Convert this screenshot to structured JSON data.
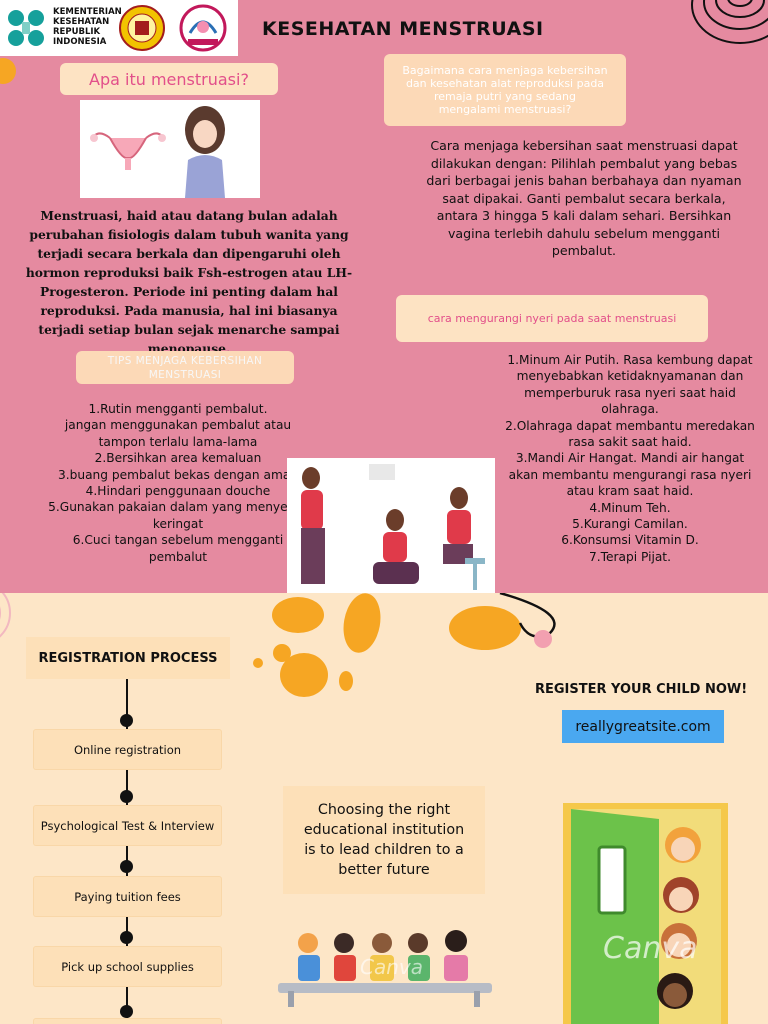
{
  "header": {
    "logo_ministry_lines": [
      "KEMENTERIAN",
      "KESEHATAN",
      "REPUBLIK",
      "INDONESIA"
    ],
    "title": "KESEHATAN MENSTRUASI"
  },
  "what_is": {
    "heading": "Apa itu menstruasi?",
    "body": "Menstruasi, haid atau datang bulan adalah perubahan fisiologis dalam tubuh wanita yang terjadi secara berkala dan dipengaruhi oleh hormon reproduksi baik Fsh-estrogen atau LH-Progesteron. Periode ini penting dalam hal reproduksi. Pada manusia, hal ini biasanya terjadi setiap bulan sejak menarche sampai menopause."
  },
  "tips": {
    "heading": "TIPS MENJAGA KEBERSIHAN MENSTRUASI",
    "items": [
      "1.Rutin mengganti pembalut.",
      "jangan menggunakan pembalut atau tampon terlalu lama-lama",
      "2.Bersihkan area kemaluan",
      "3.buang pembalut bekas dengan aman",
      "4.Hindari penggunaan douche",
      "5.Gunakan pakaian dalam yang menyerap keringat",
      "6.Cuci tangan sebelum mengganti pembalut"
    ]
  },
  "care": {
    "question": "Bagaimana cara menjaga kebersihan dan kesehatan alat reproduksi pada remaja putri yang sedang mengalami menstruasi?",
    "answer": "Cara menjaga kebersihan saat menstruasi dapat dilakukan dengan: Pilihlah pembalut yang bebas dari berbagai jenis bahan berbahaya dan nyaman saat dipakai. Ganti pembalut secara berkala, antara 3 hingga 5 kali dalam sehari. Bersihkan vagina terlebih dahulu sebelum mengganti pembalut."
  },
  "pain": {
    "heading": "cara mengurangi nyeri pada saat menstruasi",
    "items": [
      "1.Minum Air Putih. Rasa kembung dapat menyebabkan ketidaknyamanan dan memperburuk rasa nyeri saat haid olahraga.",
      "2.Olahraga dapat membantu meredakan rasa sakit saat haid.",
      "3.Mandi Air Hangat. Mandi air hangat akan membantu mengurangi rasa nyeri atau kram saat haid.",
      "4.Minum Teh.",
      "5.Kurangi Camilan.",
      "6.Konsumsi Vitamin D.",
      "7.Terapi Pijat."
    ]
  },
  "registration": {
    "heading": "REGISTRATION PROCESS",
    "steps": [
      "Online registration",
      "Psychological Test & Interview",
      "Paying tuition fees",
      "Pick up school supplies"
    ]
  },
  "cta": {
    "heading": "REGISTER YOUR CHILD NOW!",
    "link": "reallygreatsite.com",
    "quote": "Choosing the right educational institution is to lead children to a better future",
    "watermark": "Canva"
  },
  "colors": {
    "top_bg": "#e58aa0",
    "bottom_bg": "#fde6c7",
    "pill": "#fde3c3",
    "link_bg": "#4aa8f0",
    "accent_orange": "#f6a623"
  }
}
